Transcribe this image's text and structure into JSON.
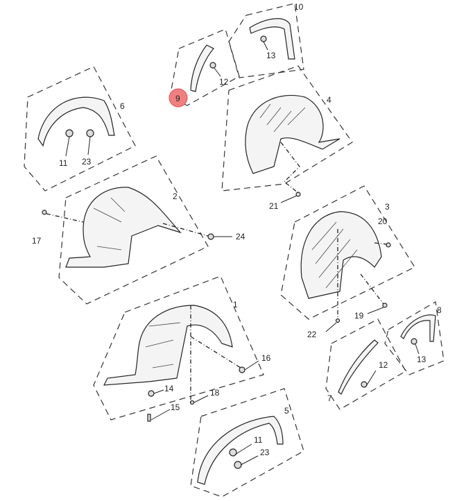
{
  "highlight_color": "#f08080",
  "callouts": {
    "c10": "10",
    "c13a": "13",
    "c12a": "12",
    "c9": "9",
    "c6": "6",
    "c4": "4",
    "c11a": "11",
    "c23a": "23",
    "c2": "2",
    "c21": "21",
    "c3": "3",
    "c20": "20",
    "c17": "17",
    "c24": "24",
    "c1": "1",
    "c19": "19",
    "c8": "8",
    "c22": "22",
    "c16": "16",
    "c12b": "12",
    "c13b": "13",
    "c14": "14",
    "c18": "18",
    "c15": "15",
    "c7": "7",
    "c5": "5",
    "c11b": "11",
    "c23b": "23"
  }
}
